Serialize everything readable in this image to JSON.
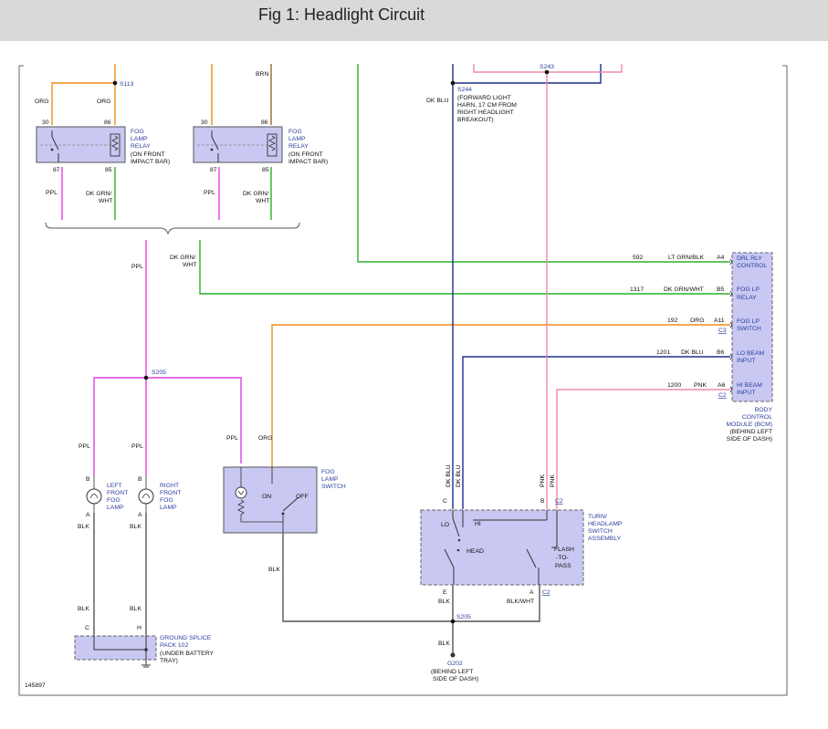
{
  "figure": {
    "title": "Fig 1: Headlight Circuit",
    "code": "145897"
  },
  "colors": {
    "org": "#f28c1a",
    "ppl": "#e23ee6",
    "grn": "#28b028",
    "dkblu": "#1c2f8a",
    "pnk": "#f08aa8",
    "box": "#c8c8f2",
    "black": "#555555"
  },
  "relay1": {
    "name": [
      "FOG",
      "LAMP",
      "RELAY"
    ],
    "note": [
      "(ON FRONT",
      "IMPACT BAR)"
    ],
    "p30": "30",
    "p86": "86",
    "p87": "87",
    "p85": "85",
    "splice": "S113",
    "w30": "ORG",
    "w86": "ORG",
    "w87": "PPL",
    "w85": [
      "DK GRN/",
      "WHT"
    ]
  },
  "relay2": {
    "name": [
      "FOG",
      "LAMP",
      "RELAY"
    ],
    "note": [
      "(ON FRONT",
      "IMPACT BAR)"
    ],
    "p30": "30",
    "p86": "86",
    "p87": "87",
    "p85": "85",
    "w86": "BRN",
    "w87": "PPL",
    "w85": [
      "DK GRN/",
      "WHT"
    ]
  },
  "wires": {
    "ppl_main": "PPL",
    "dkgrn_main": [
      "DK GRN/",
      "WHT"
    ],
    "dkblu_top": "DK BLU",
    "ppl_lamp_l": "PPL",
    "ppl_lamp_r": "PPL",
    "ppl_sw": "PPL",
    "org_sw": "ORG",
    "blk_l1": "BLK",
    "blk_r1": "BLK",
    "blk_l2": "BLK",
    "blk_r2": "BLK",
    "blk_sw": "BLK",
    "blk_e": "BLK",
    "blkwht": "BLK/WHT",
    "blk_g": "BLK",
    "dkblu_v1": "DK BLU",
    "dkblu_v2": "DK BLU",
    "pnk_v1": "PNK",
    "pnk_v2": "PNK"
  },
  "splices": {
    "s205a": "S205",
    "s205b": "S205",
    "s243": "S243",
    "s244": "S244",
    "s244_note": [
      "(FORWARD LIGHT",
      "HARN, 17 CM FROM",
      "RIGHT HEADLIGHT",
      "BREAKOUT)"
    ]
  },
  "bcm": {
    "name": [
      "BODY",
      "CONTROL",
      "MODULE (BCM)",
      "(BEHIND LEFT",
      "SIDE OF DASH)"
    ],
    "pins": [
      {
        "circuit": "592",
        "wire": "LT GRN/BLK",
        "pin": "A4",
        "label": [
          "DRL RLY",
          "CONTROL"
        ]
      },
      {
        "circuit": "1317",
        "wire": "DK GRN/WHT",
        "pin": "B5",
        "label": [
          "FOG LP",
          "RELAY"
        ]
      },
      {
        "circuit": "192",
        "wire": "ORG",
        "pin": "A11",
        "conn": "C3",
        "label": [
          "FOG LP",
          "SWITCH"
        ]
      },
      {
        "circuit": "1201",
        "wire": "DK BLU",
        "pin": "B6",
        "label": [
          "LO BEAM",
          "INPUT"
        ]
      },
      {
        "circuit": "1200",
        "wire": "PNK",
        "pin": "A6",
        "conn": "C2",
        "label": [
          "HI BEAM",
          "INPUT"
        ]
      }
    ]
  },
  "lamps": {
    "left": {
      "name": [
        "LEFT",
        "FRONT",
        "FOG",
        "LAMP"
      ],
      "pin_b": "B",
      "pin_a": "A"
    },
    "right": {
      "name": [
        "RIGHT",
        "FRONT",
        "FOG",
        "LAMP"
      ],
      "pin_b": "B",
      "pin_a": "A"
    }
  },
  "fog_switch": {
    "name": [
      "FOG",
      "LAMP",
      "SWITCH"
    ],
    "on": "ON",
    "off": "OFF"
  },
  "turn_switch": {
    "name": [
      "TURN/",
      "HEADLAMP",
      "SWITCH",
      "ASSEMBLY"
    ],
    "lo": "LO",
    "hi": "HI",
    "head": "HEAD",
    "flash": [
      "FLASH",
      "-TO-",
      "PASS"
    ],
    "pin_c": "C",
    "pin_b": "B",
    "conn_top": "C2",
    "pin_e": "E",
    "pin_a": "A",
    "conn_bot": "C2"
  },
  "ground_splice": {
    "name": [
      "GROUND SPLICE",
      "PACK 102"
    ],
    "note": [
      "(UNDER BATTERY",
      "TRAY)"
    ],
    "pin_c": "C",
    "pin_h": "H"
  },
  "ground": {
    "name": "G202",
    "note": [
      "(BEHIND LEFT",
      "SIDE OF DASH)"
    ]
  }
}
